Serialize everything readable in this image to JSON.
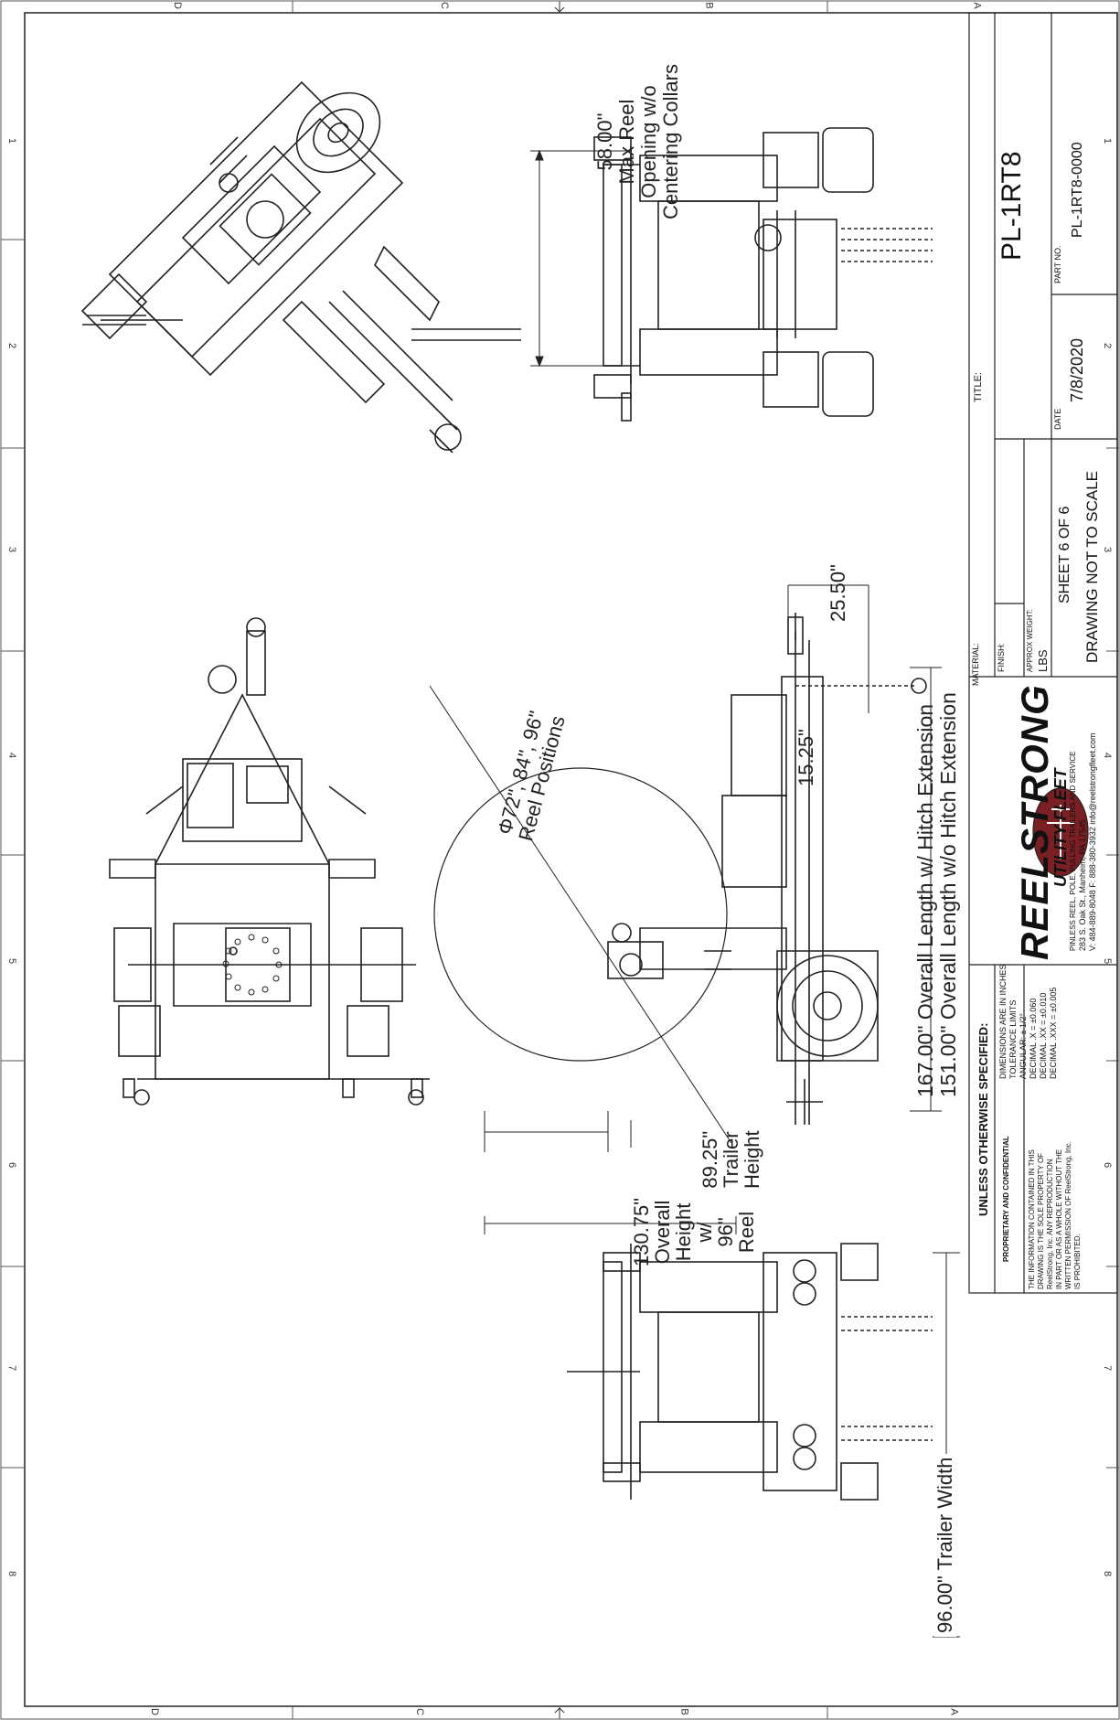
{
  "sheet": {
    "zones_top": [
      "D",
      "C",
      "B",
      "A"
    ],
    "zones_bottom": [
      "D",
      "C",
      "B",
      "A"
    ],
    "zones_left": [
      "1",
      "2",
      "3",
      "4",
      "5",
      "6",
      "7",
      "8"
    ],
    "zones_right": [
      "1",
      "2",
      "3",
      "4",
      "5",
      "6",
      "7",
      "8"
    ]
  },
  "dimensions": {
    "max_reel_value": "58.00\"",
    "max_reel_l1": "Max Reel",
    "max_reel_l2": "Opening w/o",
    "max_reel_l3": "Centering Collars",
    "reel_positions_l1": "Φ72\", 84\", 96\"",
    "reel_positions_l2": "Reel Positions",
    "dim_25_50": "25.50\"",
    "dim_15_25": "15.25\"",
    "overall_w_hitch": "167.00\" Overall Length w/ Hitch Extension",
    "overall_wo_hitch": "151.00\" Overall Length w/o Hitch Extension",
    "trailer_height": [
      "89.25\"",
      "Trailer",
      "Height"
    ],
    "overall_height": [
      "130.75\"",
      "Overall",
      "Height",
      "w/",
      "96\"",
      "Reel"
    ],
    "trailer_width": "96.00\" Trailer Width"
  },
  "title_block": {
    "title_label": "TITLE:",
    "title": "PL-1RT8",
    "part_no_label": "PART NO.",
    "part_no": "PL-1RT8-0000",
    "date_label": "DATE",
    "date": "7/8/2020",
    "sheet": "SHEET 6 OF 6",
    "scale_note": "DRAWING NOT TO SCALE",
    "material_label": "MATERIAL:",
    "finish_label": "FINISH:",
    "weight_label": "APPROX WEIGHT:",
    "weight_unit": "LBS",
    "unless_specified": "UNLESS OTHERWISE SPECIFIED:",
    "proprietary_heading": "PROPRIETARY AND CONFIDENTIAL",
    "proprietary_lines": [
      "THE INFORMATION CONTAINED IN THIS",
      "DRAWING IS THE SOLE PROPERTY OF",
      "ReelStrong, Inc. ANY REPRODUCTION",
      "IN PART OR AS A WHOLE WITHOUT THE",
      "WRITTEN PERMISSION OF ReelStrong, Inc.",
      "IS PROHIBITED."
    ],
    "tolerance_lines": [
      "DIMENSIONS ARE IN INCHES",
      "TOLERANCE LIMITS",
      "ANGULAR: ± 1/2°",
      "DECIMAL .X = ±0.060",
      "DECIMAL .XX = ±0.010",
      "DECIMAL .XXX = ±0.005"
    ],
    "brand_name": "REELSTRONG",
    "brand_sub": "UTILITY FLEET",
    "company_lines": [
      "PINLESS REEL, POLE, PULLING TRAILERS AND SERVICE",
      "283 S. Oak St., Manheim, PA 17545",
      "V: 484-889-8048 F: 888-380-3932 info@reelstrongfleet.com"
    ]
  },
  "colors": {
    "line": "#222222",
    "brand_red": "#7a1f24",
    "paper": "#ffffff"
  }
}
